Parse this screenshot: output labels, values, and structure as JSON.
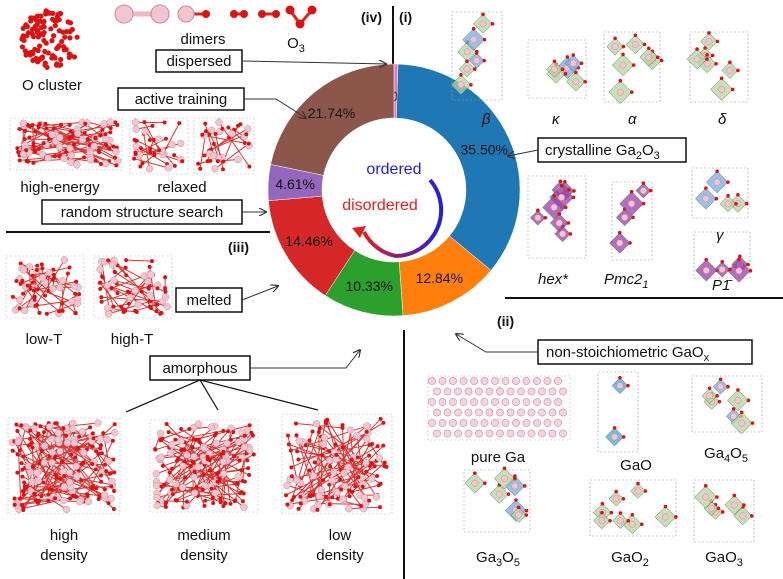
{
  "chart_data": {
    "type": "pie",
    "variant": "donut",
    "slices": [
      {
        "label": "0.51%",
        "value": 0.51,
        "color": "#e377c2"
      },
      {
        "label": "35.50%",
        "value": 35.5,
        "color": "#1f77b4"
      },
      {
        "label": "12.84%",
        "value": 12.84,
        "color": "#ff7f0e"
      },
      {
        "label": "10.33%",
        "value": 10.33,
        "color": "#2ca02c"
      },
      {
        "label": "14.46%",
        "value": 14.46,
        "color": "#d62728"
      },
      {
        "label": "4.61%",
        "value": 4.61,
        "color": "#9467bd"
      },
      {
        "label": "21.74%",
        "value": 21.74,
        "color": "#8c564b"
      }
    ],
    "center": {
      "ordered": "ordered",
      "disordered": "disordered"
    },
    "colors": {
      "ordered": "#1f1fe0",
      "disordered": "#e01f1f"
    }
  },
  "sections": {
    "i": "(i)",
    "ii": "(ii)",
    "iii": "(iii)",
    "iv": "(iv)"
  },
  "boxes": {
    "dispersed": "dispersed",
    "active_training": "active training",
    "crystalline": {
      "main": "crystalline Ga",
      "sub": "2",
      "tail": "O",
      "sub2": "3"
    },
    "random_search": "random structure search",
    "melted": "melted",
    "amorphous": "amorphous",
    "nonstoich": {
      "main": "non-stoichiometric GaO",
      "sub": "x"
    }
  },
  "labels": {
    "o_cluster": "O cluster",
    "dimers": "dimers",
    "o3": {
      "main": "O",
      "sub": "3"
    },
    "high_energy": "high-energy",
    "relaxed": "relaxed",
    "beta": "β",
    "kappa": "κ",
    "alpha": "α",
    "delta": "δ",
    "gamma": "γ",
    "hex": "hex*",
    "pmc21": {
      "main": "Pmc2",
      "sub": "1"
    },
    "p1bar": "P1̄",
    "low_t": "low-T",
    "high_t": "high-T",
    "high_density": [
      "high",
      "density"
    ],
    "medium_density": [
      "medium",
      "density"
    ],
    "low_density": [
      "low",
      "density"
    ],
    "pure_ga": "pure Ga",
    "gao": "GaO",
    "ga4o5": {
      "a": "Ga",
      "b": "4",
      "c": "O",
      "d": "5"
    },
    "ga3o5": {
      "a": "Ga",
      "b": "3",
      "c": "O",
      "d": "5"
    },
    "gao2": {
      "a": "GaO",
      "b": "2"
    },
    "gao3": {
      "a": "GaO",
      "b": "3"
    }
  }
}
